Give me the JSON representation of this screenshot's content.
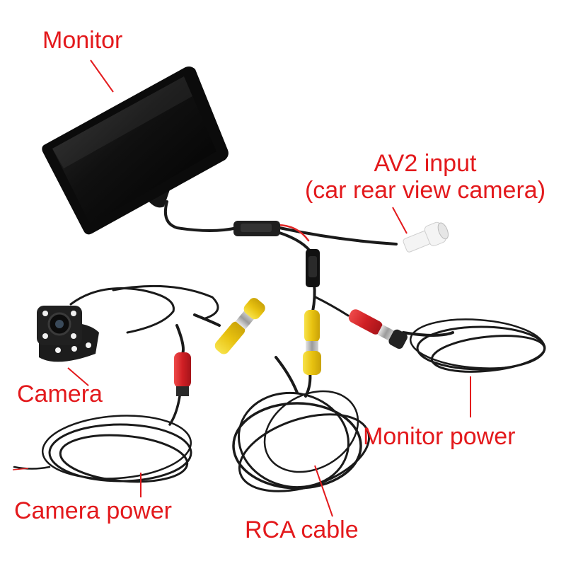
{
  "colors": {
    "label": "#e3191c",
    "leader": "#e3191c",
    "cable": "#1a1a1a",
    "rca_yellow": "#f2d21b",
    "rca_red": "#d8242a",
    "rca_white": "#f4f4f4",
    "metal": "#bdbdbd",
    "wire_red": "#e02424"
  },
  "labels": {
    "monitor": "Monitor",
    "av2_line1": "AV2 input",
    "av2_line2": "(car rear view camera)",
    "camera": "Camera",
    "monitor_power": "Monitor power",
    "camera_power": "Camera power",
    "rca_cable": "RCA cable"
  },
  "icons": {
    "monitor": "monitor-icon",
    "camera": "camera-icon"
  }
}
